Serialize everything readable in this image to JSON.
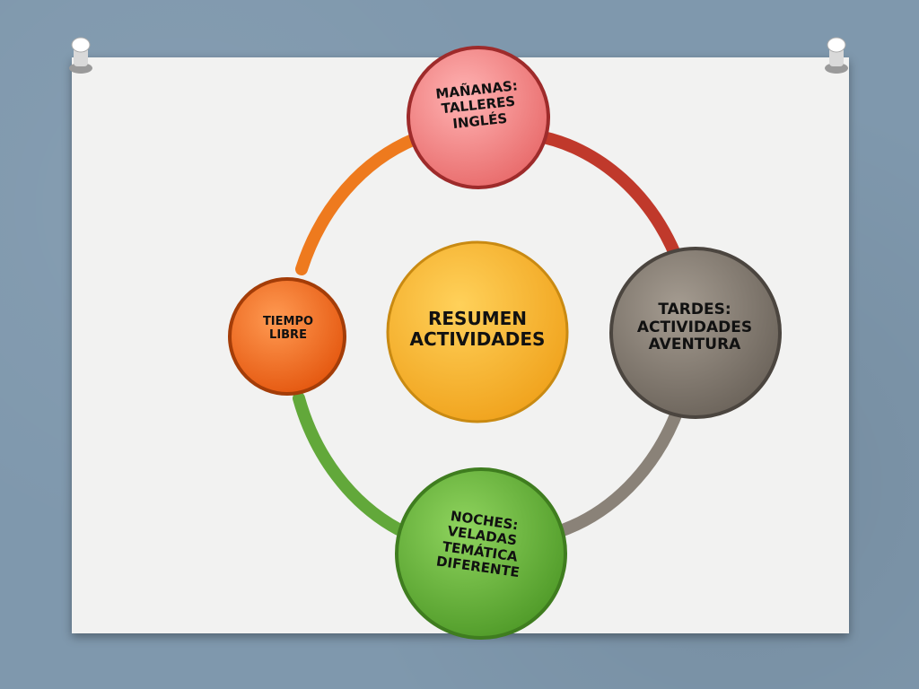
{
  "diagram": {
    "center": {
      "label": "RESUMEN\nACTIVIDADES",
      "color": "#f6ae2d"
    },
    "nodes": [
      {
        "id": "mananas",
        "label": "MAÑANAS:\nTALLERES\nINGLÉS",
        "color": "#f08080"
      },
      {
        "id": "tardes",
        "label": "TARDES:\nACTIVIDADES\nAVENTURA",
        "color": "#7d7469"
      },
      {
        "id": "noches",
        "label": "NOCHES:\nVELADAS\nTEMÁTICA\nDIFERENTE",
        "color": "#66b33a"
      },
      {
        "id": "tiempo",
        "label": "TIEMPO\nLIBRE",
        "color": "#f36b1c"
      }
    ],
    "ring_colors": {
      "top_right": "#c0392b",
      "bottom_right": "#8a8278",
      "bottom_left": "#62a83a",
      "top_left": "#ee7a1e"
    },
    "background_color": "#7f98ad",
    "paper_color": "#f2f2f1"
  }
}
